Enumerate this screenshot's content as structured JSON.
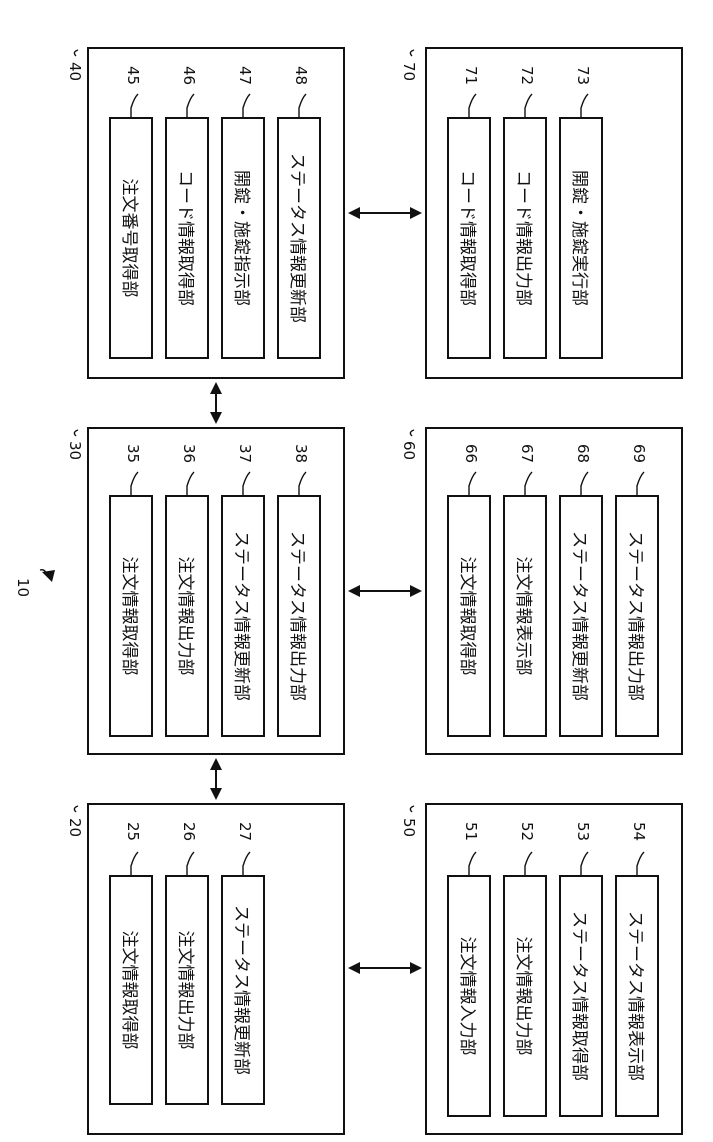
{
  "diagram": {
    "system_ref": "10",
    "devices": [
      {
        "id": "20",
        "units": [
          {
            "ref": "25",
            "label": "注文情報取得部"
          },
          {
            "ref": "26",
            "label": "注文情報出力部"
          },
          {
            "ref": "27",
            "label": "ステータス情報更新部"
          }
        ]
      },
      {
        "id": "30",
        "units": [
          {
            "ref": "35",
            "label": "注文情報取得部"
          },
          {
            "ref": "36",
            "label": "注文情報出力部"
          },
          {
            "ref": "37",
            "label": "ステータス情報更新部"
          },
          {
            "ref": "38",
            "label": "ステータス情報出力部"
          }
        ]
      },
      {
        "id": "40",
        "units": [
          {
            "ref": "45",
            "label": "注文番号取得部"
          },
          {
            "ref": "46",
            "label": "コード情報取得部"
          },
          {
            "ref": "47",
            "label": "開錠・施錠指示部"
          },
          {
            "ref": "48",
            "label": "ステータス情報更新部"
          }
        ]
      },
      {
        "id": "50",
        "units": [
          {
            "ref": "51",
            "label": "注文情報入力部"
          },
          {
            "ref": "52",
            "label": "注文情報出力部"
          },
          {
            "ref": "53",
            "label": "ステータス情報取得部"
          },
          {
            "ref": "54",
            "label": "ステータス情報表示部"
          }
        ]
      },
      {
        "id": "60",
        "units": [
          {
            "ref": "66",
            "label": "注文情報取得部"
          },
          {
            "ref": "67",
            "label": "注文情報表示部"
          },
          {
            "ref": "68",
            "label": "ステータス情報更新部"
          },
          {
            "ref": "69",
            "label": "ステータス情報出力部"
          }
        ]
      },
      {
        "id": "70",
        "units": [
          {
            "ref": "71",
            "label": "コード情報取得部"
          },
          {
            "ref": "72",
            "label": "コード情報出力部"
          },
          {
            "ref": "73",
            "label": "開錠・施錠実行部"
          }
        ]
      }
    ]
  }
}
